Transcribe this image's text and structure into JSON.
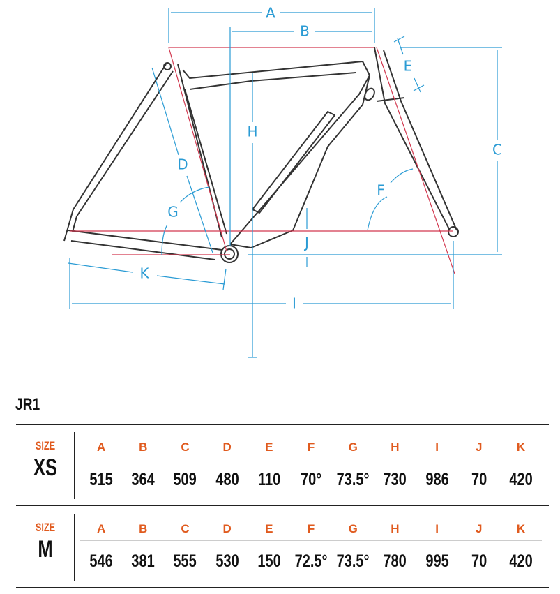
{
  "diagram": {
    "dimension_labels": [
      "A",
      "B",
      "C",
      "D",
      "E",
      "F",
      "G",
      "H",
      "I",
      "J",
      "K"
    ]
  },
  "colors": {
    "dimension": "#2a9bd4",
    "reference": "#d2384f",
    "frame": "#333333",
    "header": "#e05a1e"
  },
  "table": {
    "title": "JR1",
    "columns": [
      "A",
      "B",
      "C",
      "D",
      "E",
      "F",
      "G",
      "H",
      "I",
      "J",
      "K"
    ],
    "rows": [
      {
        "size_label": "SIZE",
        "size": "XS",
        "values": [
          "515",
          "364",
          "509",
          "480",
          "110",
          "70°",
          "73.5°",
          "730",
          "986",
          "70",
          "420"
        ]
      },
      {
        "size_label": "SIZE",
        "size": "M",
        "values": [
          "546",
          "381",
          "555",
          "530",
          "150",
          "72.5°",
          "73.5°",
          "780",
          "995",
          "70",
          "420"
        ]
      }
    ]
  }
}
